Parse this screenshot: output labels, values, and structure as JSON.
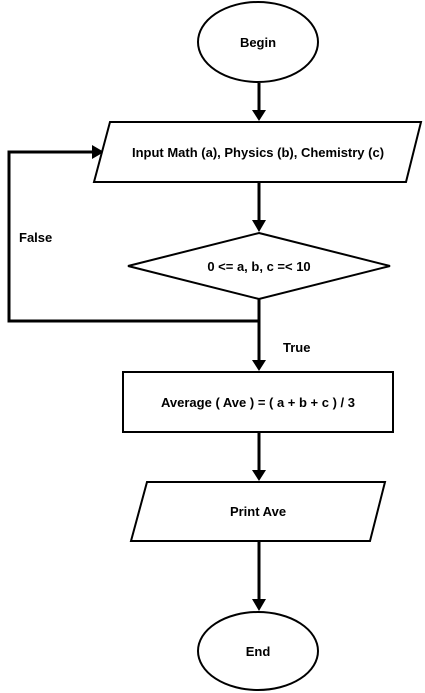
{
  "nodes": {
    "begin": "Begin",
    "input": "Input Math (a), Physics (b), Chemistry (c)",
    "condition": "0 <= a, b, c =< 10",
    "average": "Average ( Ave ) = ( a + b + c ) / 3",
    "print": "Print Ave",
    "end": "End"
  },
  "edges": {
    "false_label": "False",
    "true_label": "True"
  },
  "colors": {
    "stroke": "#000000",
    "fill": "#ffffff"
  }
}
